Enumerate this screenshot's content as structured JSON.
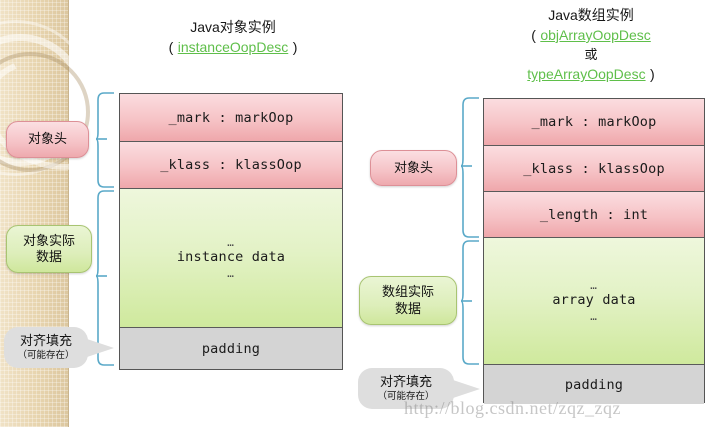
{
  "decor": {
    "band_color": "#e7d4ae",
    "ring_icon": "circle-ring-ornament"
  },
  "left_diagram": {
    "title_zh": "Java对象实例",
    "title_paren_open": "(",
    "title_link": "instanceOopDesc",
    "title_paren_close": ")",
    "rows": [
      {
        "text": "_mark : markOop",
        "kind": "header"
      },
      {
        "text": "_klass : klassOop",
        "kind": "header"
      },
      {
        "dots_top": "…",
        "text": "instance data",
        "dots_bottom": "…",
        "kind": "data"
      },
      {
        "text": "padding",
        "kind": "padding"
      }
    ],
    "labels": {
      "header": "对象头",
      "data_line1": "对象实际",
      "data_line2": "数据",
      "padding_line1": "对齐填充",
      "padding_line2": "（可能存在）"
    }
  },
  "right_diagram": {
    "title_zh": "Java数组实例",
    "title_paren_open": "(",
    "title_link1": "objArrayOopDesc",
    "title_or": "或",
    "title_link2": "typeArrayOopDesc",
    "title_paren_close": ")",
    "rows": [
      {
        "text": "_mark : markOop",
        "kind": "header"
      },
      {
        "text": "_klass : klassOop",
        "kind": "header"
      },
      {
        "text": "_length : int",
        "kind": "header"
      },
      {
        "dots_top": "…",
        "text": "array data",
        "dots_bottom": "…",
        "kind": "data"
      },
      {
        "text": "padding",
        "kind": "padding"
      }
    ],
    "labels": {
      "header": "对象头",
      "data_line1": "数组实际",
      "data_line2": "数据",
      "padding_line1": "对齐填充",
      "padding_line2": "（可能存在）"
    }
  },
  "watermark": "http://blog.csdn.net/zqz_zqz",
  "colors": {
    "link_green": "#5fbf4a",
    "header_red": "#efa7ab",
    "data_green": "#cfe99d",
    "padding_gray": "#d4d4d4",
    "bracket_teal": "#5aa9c8",
    "band_beige": "#e7d4ae"
  }
}
